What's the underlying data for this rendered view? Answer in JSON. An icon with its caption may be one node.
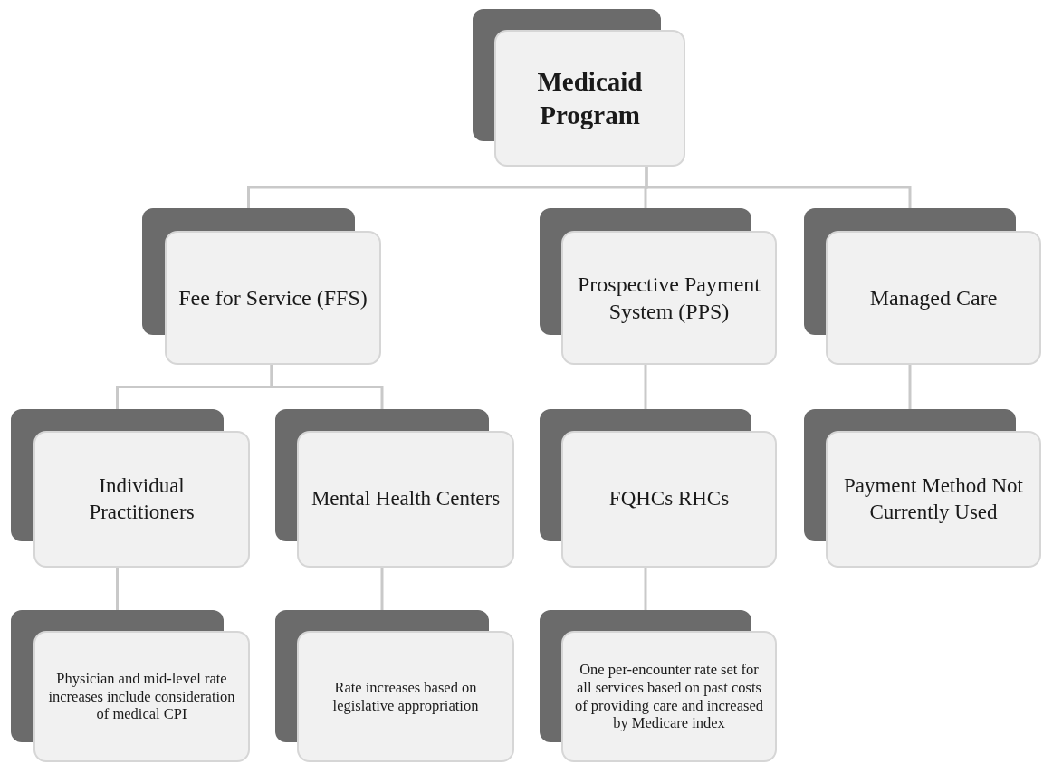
{
  "diagram": {
    "nodes": [
      {
        "text": [
          "Medicaid Program"
        ]
      },
      {
        "text": [
          "Fee for Service (FFS)"
        ]
      },
      {
        "text": [
          "Prospective Payment System (PPS)"
        ]
      },
      {
        "text": [
          "Managed Care"
        ]
      },
      {
        "text": [
          "Individual Practitioners"
        ]
      },
      {
        "text": [
          "Mental Health Centers"
        ]
      },
      {
        "text": [
          "FQHCs RHCs"
        ]
      },
      {
        "text": [
          "Payment Method Not Currently Used"
        ]
      },
      {
        "text": [
          "Physician and mid-level rate increases include consideration of medical CPI"
        ]
      },
      {
        "text": [
          "Rate increases based on legislative appropriation"
        ]
      },
      {
        "text": [
          "One per-encounter rate set for all services based on past costs of providing care and increased by Medicare index"
        ]
      }
    ],
    "edges": [
      {
        "from": 0,
        "to": 1,
        "arrow": "none"
      },
      {
        "from": 0,
        "to": 2,
        "arrow": "none"
      },
      {
        "from": 0,
        "to": 3,
        "arrow": "none"
      },
      {
        "from": 1,
        "to": 4,
        "arrow": "none"
      },
      {
        "from": 1,
        "to": 5,
        "arrow": "none"
      },
      {
        "from": 2,
        "to": 6,
        "arrow": "none"
      },
      {
        "from": 3,
        "to": 7,
        "arrow": "none"
      },
      {
        "from": 4,
        "to": 8,
        "arrow": "none"
      },
      {
        "from": 5,
        "to": 9,
        "arrow": "none"
      },
      {
        "from": 6,
        "to": 10,
        "arrow": "none"
      }
    ]
  }
}
